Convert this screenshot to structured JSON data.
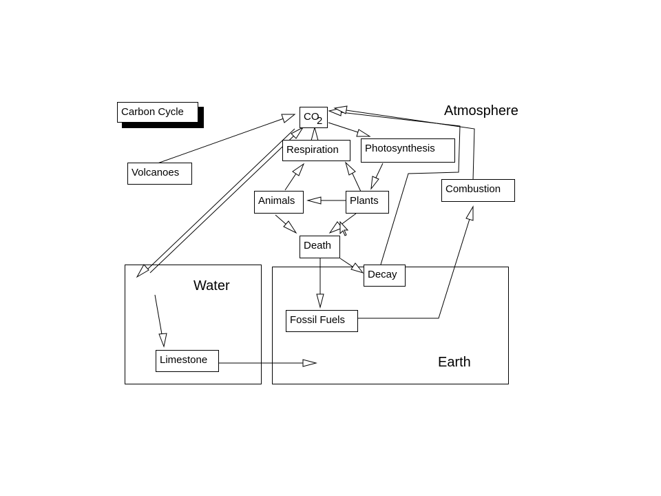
{
  "title": "Carbon Cycle",
  "regions": {
    "atmosphere": "Atmosphere",
    "water": "Water",
    "earth": "Earth"
  },
  "nodes": {
    "co2_main": "CO",
    "co2_sub": "2",
    "respiration": "Respiration",
    "photosynthesis": "Photosynthesis",
    "volcanoes": "Volcanoes",
    "animals": "Animals",
    "plants": "Plants",
    "death": "Death",
    "decay": "Decay",
    "combustion": "Combustion",
    "fossil_fuels": "Fossil Fuels",
    "limestone": "Limestone"
  },
  "edges": [
    {
      "from": "Volcanoes",
      "to": "CO2"
    },
    {
      "from": "CO2",
      "to": "Photosynthesis"
    },
    {
      "from": "Respiration",
      "to": "CO2"
    },
    {
      "from": "Photosynthesis",
      "to": "Plants"
    },
    {
      "from": "Plants",
      "to": "Respiration"
    },
    {
      "from": "Animals",
      "to": "Respiration"
    },
    {
      "from": "Plants",
      "to": "Animals"
    },
    {
      "from": "Animals",
      "to": "Death"
    },
    {
      "from": "Plants",
      "to": "Death"
    },
    {
      "from": "Death",
      "to": "Decay"
    },
    {
      "from": "Death",
      "to": "Fossil Fuels"
    },
    {
      "from": "Decay",
      "to": "CO2"
    },
    {
      "from": "Combustion",
      "to": "CO2"
    },
    {
      "from": "Fossil Fuels",
      "to": "Combustion"
    },
    {
      "from": "CO2",
      "to": "Water"
    },
    {
      "from": "Water",
      "to": "CO2"
    },
    {
      "from": "Water",
      "to": "Limestone"
    },
    {
      "from": "Limestone",
      "to": "Earth"
    }
  ]
}
